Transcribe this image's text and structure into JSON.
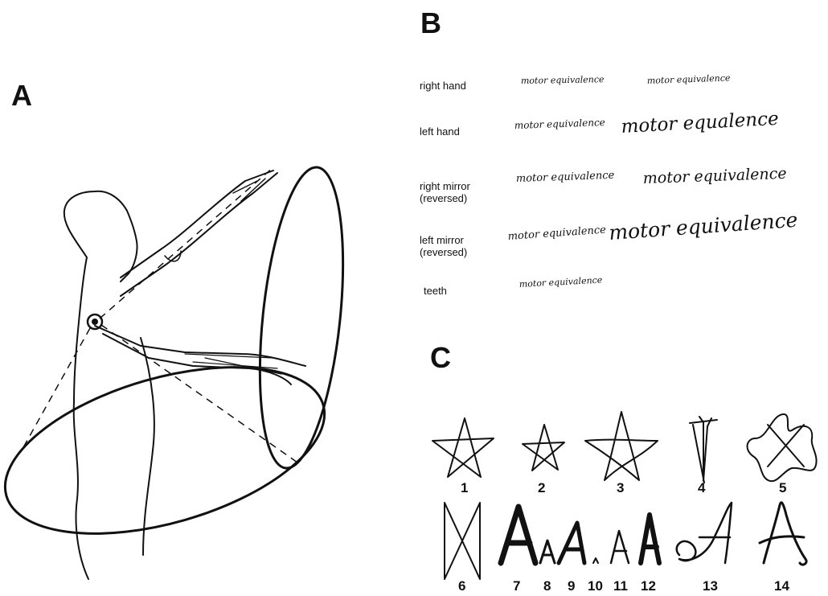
{
  "panels": {
    "a": "A",
    "b": "B",
    "c": "C"
  },
  "panel_b": {
    "rows": [
      {
        "label_lines": [
          "right hand"
        ],
        "samples": [
          "motor equivalence",
          "motor equivalence"
        ]
      },
      {
        "label_lines": [
          "left hand"
        ],
        "samples": [
          "motor equivalence",
          "motor equalence"
        ]
      },
      {
        "label_lines": [
          "right mirror",
          "(reversed)"
        ],
        "samples": [
          "motor equivalence",
          "motor equivalence"
        ]
      },
      {
        "label_lines": [
          "left mirror",
          "(reversed)"
        ],
        "samples": [
          "motor equivalence",
          "motor equivalence"
        ]
      },
      {
        "label_lines": [
          "teeth"
        ],
        "samples": [
          "motor equivalence"
        ]
      }
    ]
  },
  "panel_c": {
    "row1_numbers": [
      "1",
      "2",
      "3",
      "4",
      "5"
    ],
    "row2_numbers": [
      "6",
      "7",
      "8",
      "9",
      "10",
      "11",
      "12",
      "13",
      "14"
    ]
  }
}
